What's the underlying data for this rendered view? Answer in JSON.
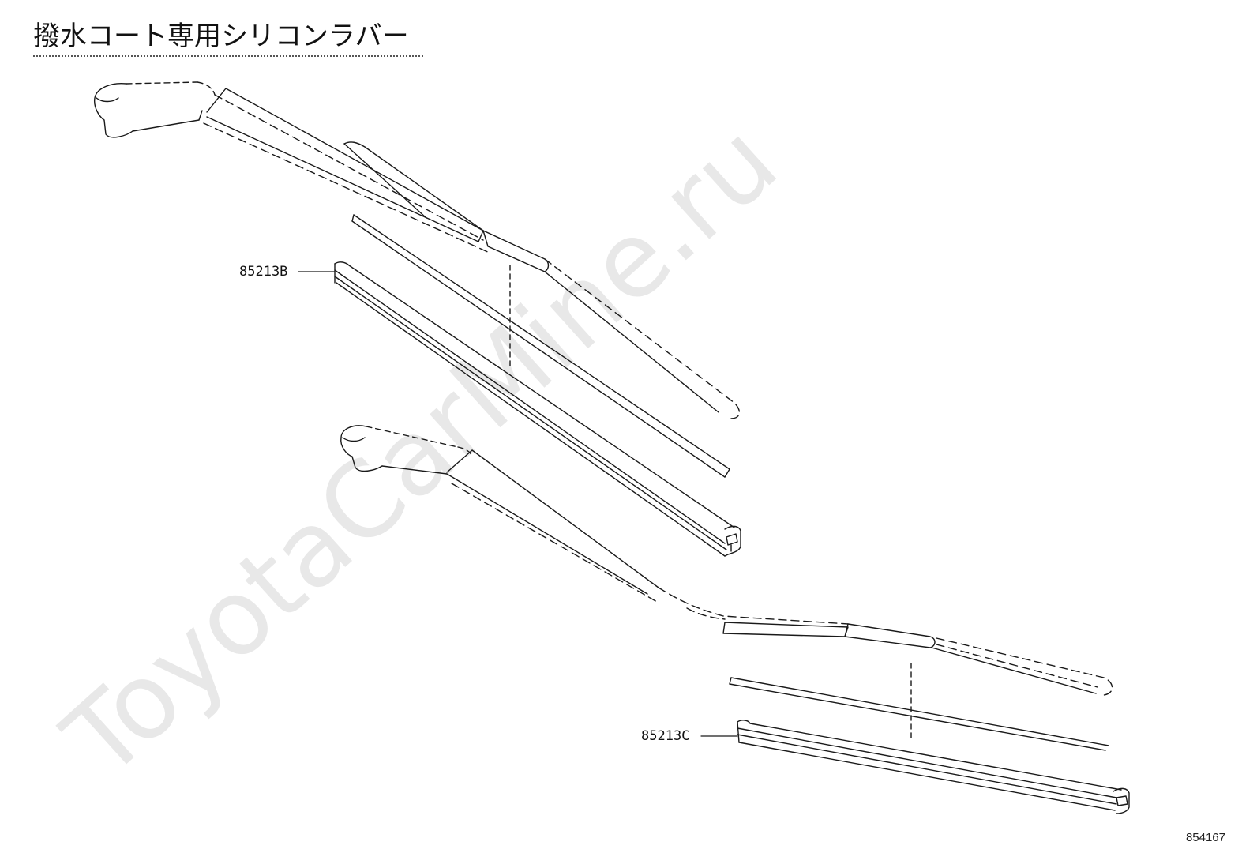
{
  "title": "撥水コート専用シリコンラバー",
  "watermark": "ToyotaCarMine.ru",
  "callouts": {
    "upper_part": "85213B",
    "lower_part": "85213C"
  },
  "figure_id": "854167",
  "colors": {
    "line": "#1a1a1a",
    "watermark": "#e6e6e6"
  }
}
